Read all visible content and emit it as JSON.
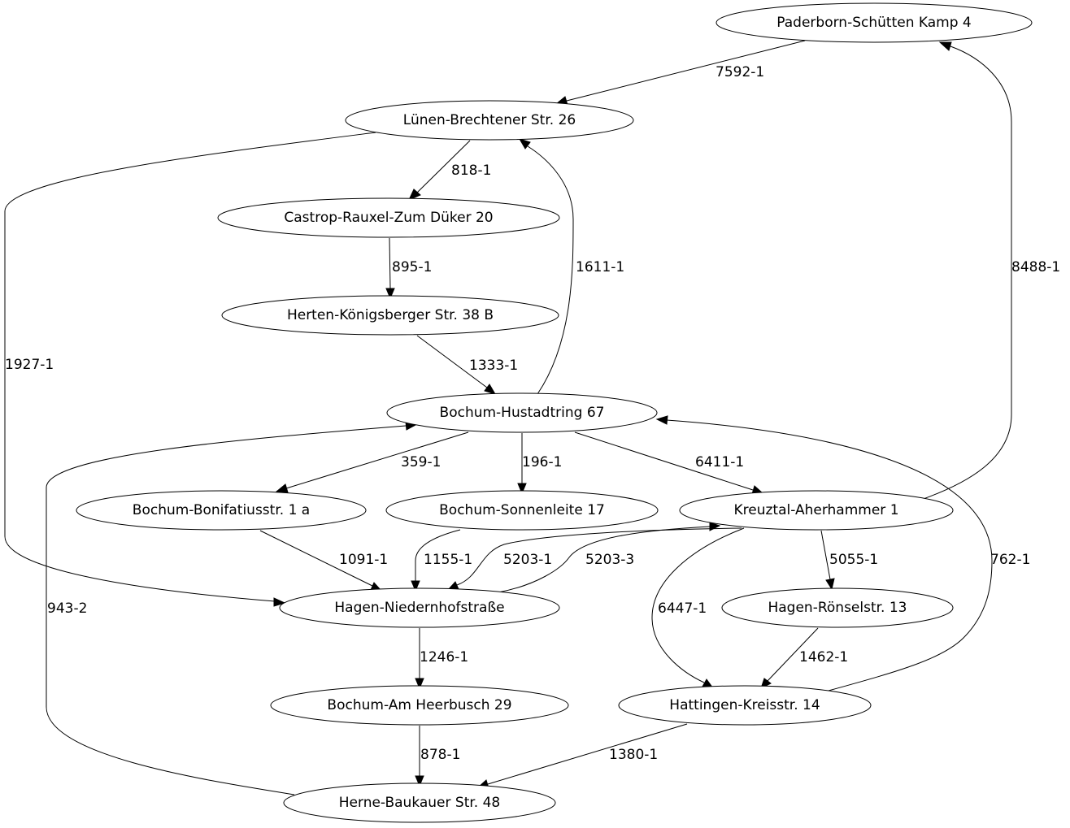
{
  "nodes": {
    "paderborn": "Paderborn-Schütten Kamp 4",
    "luenen": "Lünen-Brechtener Str. 26",
    "castrop": "Castrop-Rauxel-Zum Düker 20",
    "herten": "Herten-Königsberger Str. 38 B",
    "hustadt": "Bochum-Hustadtring 67",
    "bonifatius": "Bochum-Bonifatiusstr. 1 a",
    "sonnenleite": "Bochum-Sonnenleite 17",
    "kreuztal": "Kreuztal-Aherhammer 1",
    "niedernhof": "Hagen-Niedernhofstraße",
    "roensel": "Hagen-Rönselstr. 13",
    "heerbusch": "Bochum-Am Heerbusch 29",
    "hattingen": "Hattingen-Kreisstr. 14",
    "herne": "Herne-Baukauer Str. 48"
  },
  "edges": {
    "paderborn_luenen": "7592-1",
    "luenen_castrop": "818-1",
    "luenen_niedernhof": "1927-1",
    "castrop_herten": "895-1",
    "herten_hustadt": "1333-1",
    "hustadt_luenen": "1611-1",
    "kreuztal_paderborn": "8488-1",
    "hustadt_bonifatius": "359-1",
    "hustadt_sonnenleite": "196-1",
    "hustadt_kreuztal": "6411-1",
    "bonifatius_niedernhof": "1091-1",
    "sonnenleite_niedernhof": "1155-1",
    "kreuztal_niedernhof": "5203-1",
    "niedernhof_kreuztal": "5203-3",
    "kreuztal_roensel": "5055-1",
    "kreuztal_hattingen": "6447-1",
    "hattingen_hustadt": "762-1",
    "herne_hustadt": "943-2",
    "niedernhof_heerbusch": "1246-1",
    "roensel_hattingen": "1462-1",
    "heerbusch_herne": "878-1",
    "hattingen_herne": "1380-1"
  }
}
